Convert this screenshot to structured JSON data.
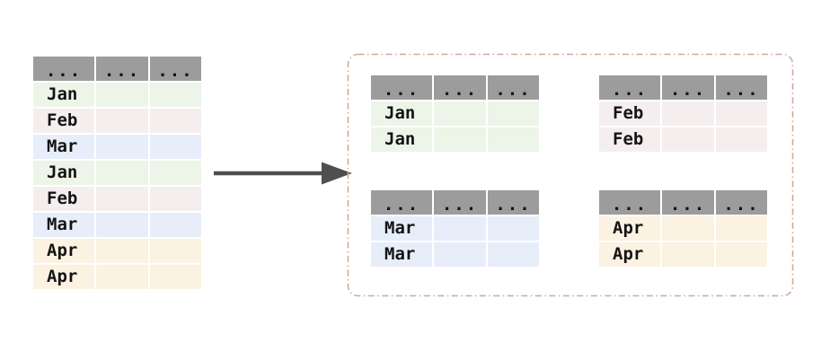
{
  "colors": {
    "header_bg": "#9c9c9c",
    "row_green": "#edf5e9",
    "row_pink": "#f5eeef",
    "row_blue": "#e7eefa",
    "row_orange": "#fbf2e2",
    "panel_border": "#cdab97",
    "arrow_color": "#4f4f4f",
    "text_color": "#141414"
  },
  "source_table": {
    "header_dots": [
      "...",
      "...",
      "..."
    ],
    "rows": [
      {
        "month": "Jan",
        "color": "green"
      },
      {
        "month": "Feb",
        "color": "pink"
      },
      {
        "month": "Mar",
        "color": "blue"
      },
      {
        "month": "Jan",
        "color": "green"
      },
      {
        "month": "Feb",
        "color": "pink"
      },
      {
        "month": "Mar",
        "color": "blue"
      },
      {
        "month": "Apr",
        "color": "orange"
      },
      {
        "month": "Apr",
        "color": "orange"
      }
    ]
  },
  "arrow": {
    "icon": "right-arrow-icon"
  },
  "groups": [
    {
      "id": "jan",
      "header_dots": [
        "...",
        "...",
        "..."
      ],
      "rows": [
        {
          "month": "Jan",
          "color": "green"
        },
        {
          "month": "Jan",
          "color": "green"
        }
      ]
    },
    {
      "id": "feb",
      "header_dots": [
        "...",
        "...",
        "..."
      ],
      "rows": [
        {
          "month": "Feb",
          "color": "pink"
        },
        {
          "month": "Feb",
          "color": "pink"
        }
      ]
    },
    {
      "id": "mar",
      "header_dots": [
        "...",
        "...",
        "..."
      ],
      "rows": [
        {
          "month": "Mar",
          "color": "blue"
        },
        {
          "month": "Mar",
          "color": "blue"
        }
      ]
    },
    {
      "id": "apr",
      "header_dots": [
        "...",
        "...",
        "..."
      ],
      "rows": [
        {
          "month": "Apr",
          "color": "orange"
        },
        {
          "month": "Apr",
          "color": "orange"
        }
      ]
    }
  ]
}
